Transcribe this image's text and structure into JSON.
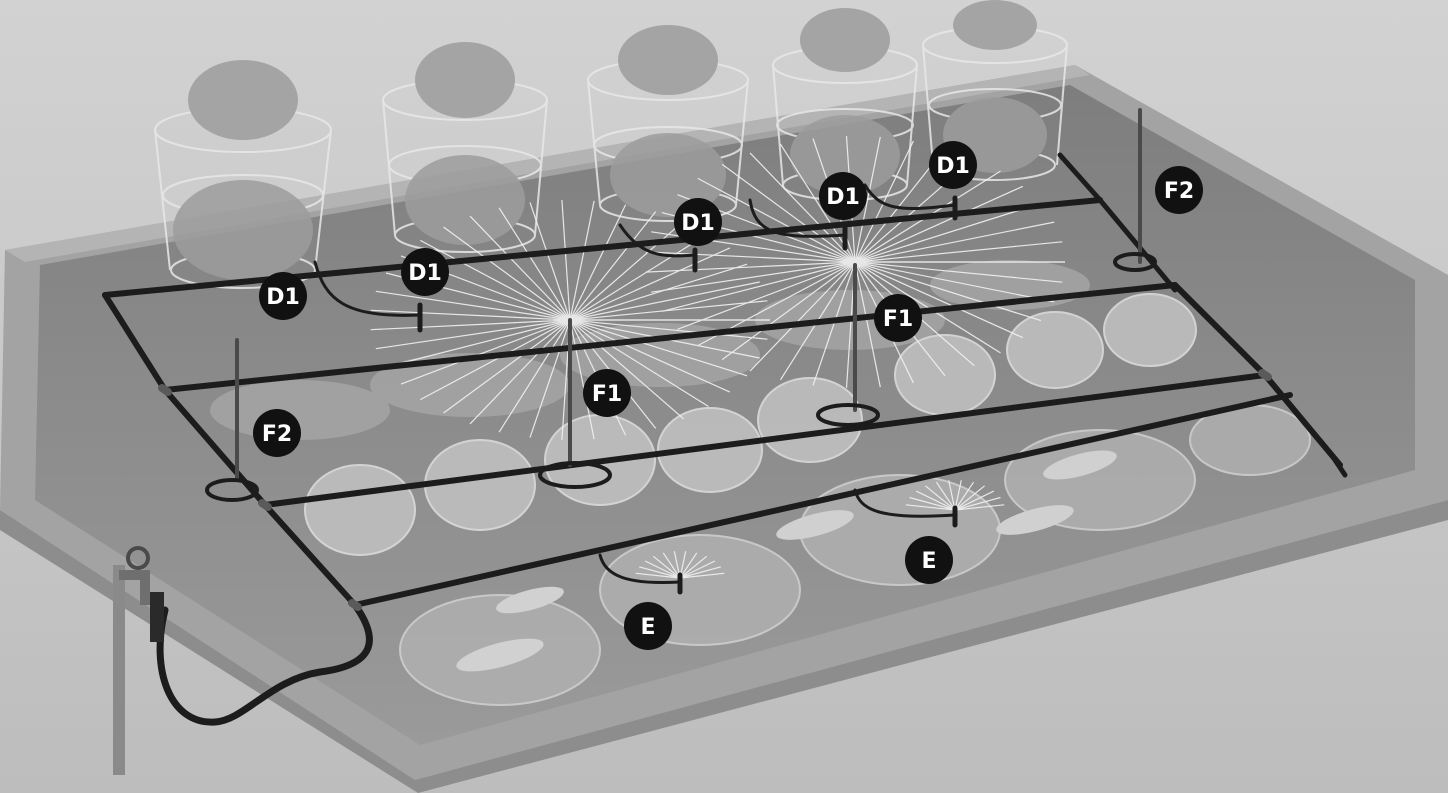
{
  "callouts": {
    "d1_a": "D1",
    "d1_b": "D1",
    "d1_c": "D1",
    "d1_d": "D1",
    "d1_e": "D1",
    "f1_a": "F1",
    "f1_b": "F1",
    "f2_a": "F2",
    "f2_b": "F2",
    "e_a": "E",
    "e_b": "E"
  },
  "colors": {
    "background": "#c6c6c6",
    "bed_frame": "#9a9a9a",
    "soil": "#8b8b8b",
    "tubing": "#1c1c1c",
    "callout": "#111111"
  }
}
